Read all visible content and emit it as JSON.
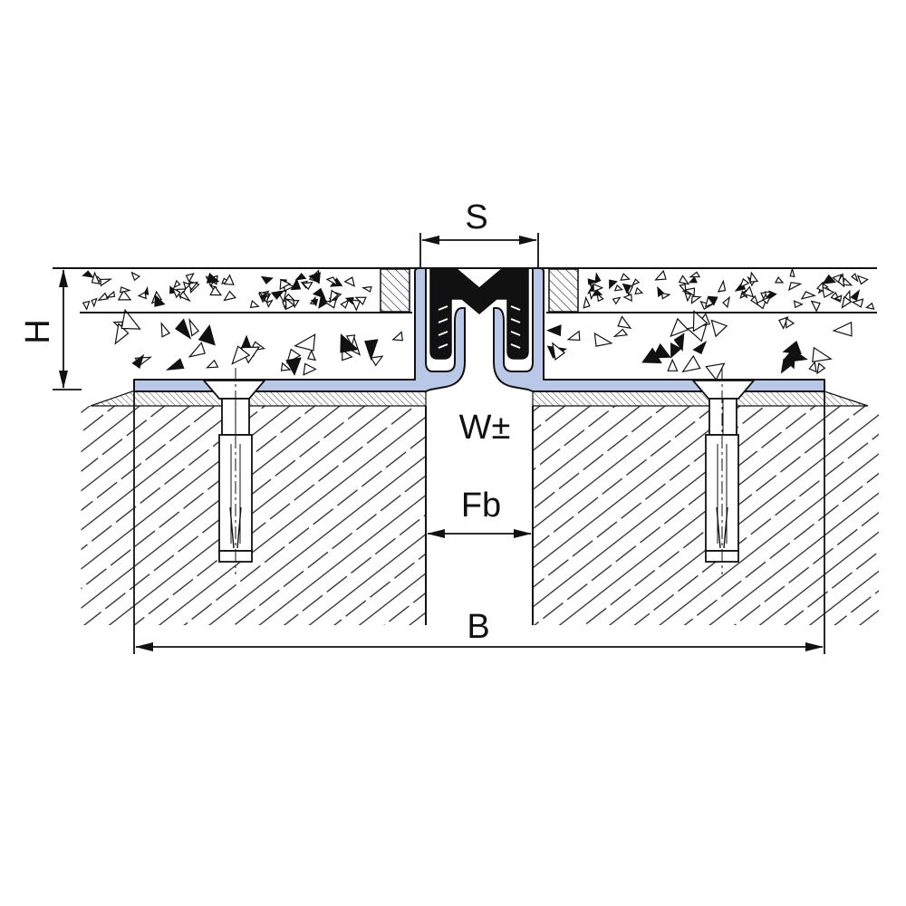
{
  "labels": {
    "s": "S",
    "h": "H",
    "w": "W±",
    "fb": "Fb",
    "b": "B"
  },
  "colors": {
    "profile": "#b9c8e6",
    "insert": "#111111",
    "line": "#111111",
    "background": "#ffffff"
  }
}
